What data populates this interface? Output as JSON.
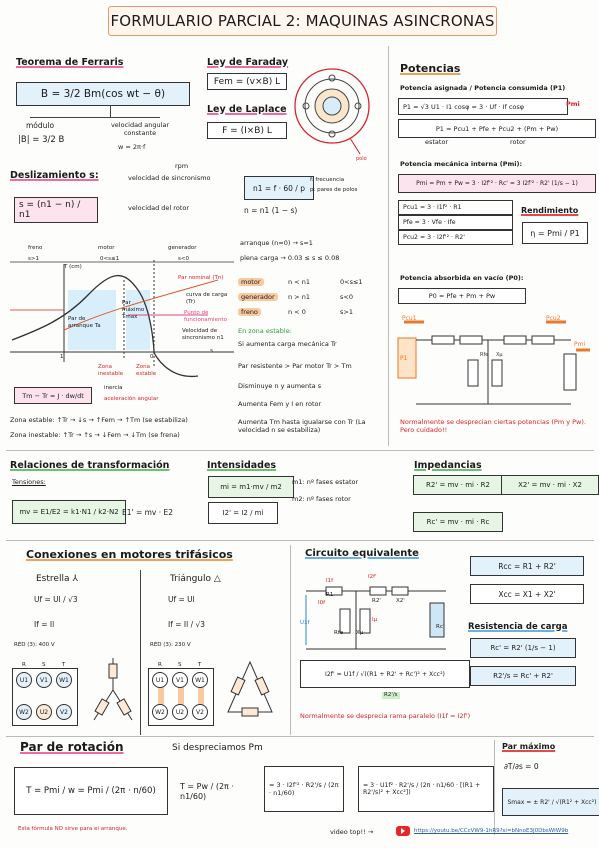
{
  "title": "FORMULARIO PARCIAL 2: MAQUINAS ASINCRONAS",
  "ferraris": {
    "heading": "Teorema de Ferraris",
    "formula": "B = 3/2 Bm(cos wt − θ)",
    "modulo_label": "módulo",
    "modulo_formula": "|B| = 3/2 B",
    "vel_label": "velocidad angular constante",
    "vel_formula": "w = 2π·f"
  },
  "faraday": {
    "heading": "Ley de Faraday",
    "formula": "Fem = (v×B) L"
  },
  "laplace": {
    "heading": "Ley de Laplace",
    "formula": "F = (I×B) L"
  },
  "potencias": {
    "heading": "Potencias",
    "sub1": "Potencia asignada / Potencia consumida (P1)",
    "eq1": "P1 = √3 U1 · I1 cosφ = 3 · Uf · If cosφ",
    "eq1_label": "Pmi",
    "eq2": "P1 = Pcu1 + Pfe + Pcu2 + (Pm + Pw)",
    "estator": "estator",
    "rotor": "rotor",
    "sub2": "Potencia mecánica interna (Pmi):",
    "eq3": "Pmi = Pm + Pw = 3 · I2f'² · Rc' = 3 I2f'² · R2' (1/s − 1)",
    "pcu1": "Pcu1 = 3 · I1f² · R1",
    "pfe": "Pfe = 3 · Vfe · Ife",
    "pcu2": "Pcu2 = 3 · I2f'² · R2'",
    "rend_heading": "Rendimiento",
    "rend": "η = Pmi / P1",
    "sub3": "Potencia absorbida en vacío (P0):",
    "eq4": "P0 = Pfe + Pm + Pw",
    "note": "Normalmente se desprecian ciertas potencias (Pm y Pw). Pero cuidado!!"
  },
  "deslizamiento": {
    "heading": "Deslizamiento s:",
    "formula": "s = (n1 − n) / n1",
    "rpm": "rpm",
    "n1_desc": "velocidad de sincronismo",
    "n_desc": "velocidad del rotor",
    "n1_formula": "n1 = f · 60 / p",
    "f_desc": "f: frecuencia",
    "p_desc": "p: pares de polos",
    "n_formula": "n = n1 (1 − s)"
  },
  "torque_curve": {
    "freno": "freno",
    "motor": "motor",
    "generador": "generador",
    "s_gt1": "s>1",
    "s_range": "0<s≤1",
    "s_lt0": "s<0",
    "tcm": "T (cm)",
    "t_nominal": "Par nominal (Tn)",
    "curva_carga": "curva de carga (Tr)",
    "punto_func": "Punto de funcionamiento",
    "par_arranque": "Par de arranque Ta",
    "par_maximo": "Par máximo Tmax",
    "vel_sinc": "Velocidad de sincronismo n1",
    "zona_inestable": "Zona inestable",
    "zona_estable": "Zona estable",
    "axis_s": "s",
    "axis_1": "1",
    "axis_0": "0",
    "eq_inercia": "Tm − Tr = J · dw/dt",
    "inercia": "inercia",
    "aceleracion": "aceleración angular",
    "zona_estable_line": "Zona estable: ↑Tr → ↓s → ↑Fem → ↑Tm (se estabiliza)",
    "zona_inestable_line": "Zona inestable: ↑Tr → ↑s → ↓Fem → ↓Tm (se frena)"
  },
  "modes": {
    "arranque": "arranque (n=0) → s=1",
    "plena": "plena carga → 0.03 ≤ s ≤ 0.08",
    "rows": [
      {
        "name": "motor",
        "cond": "n < n1",
        "s": "0<s≤1"
      },
      {
        "name": "generador",
        "cond": "n > n1",
        "s": "s<0"
      },
      {
        "name": "freno",
        "cond": "n < 0",
        "s": "s>1"
      }
    ],
    "zona_heading": "En zona estable:",
    "z1": "Si aumenta carga mecánica Tr",
    "z2": "Par resistente > Par motor  Tr > Tm",
    "z3": "Disminuye n y aumenta s",
    "z4": "Aumenta Fem y I en rotor",
    "z5": "Aumenta Tm hasta igualarse con Tr (La velocidad n se estabiliza)"
  },
  "relaciones": {
    "heading": "Relaciones de transformación",
    "tensiones": "Tensiones:",
    "mv": "mv = E1/E2 = k1·N1 / k2·N2",
    "e1": "E1' = mv · E2",
    "intensidades": "Intensidades",
    "mi": "mi = m1·mv / m2",
    "i2": "I2' = I2 / mi",
    "m1_desc": "m1: nº fases estator",
    "m2_desc": "m2: nº fases rotor",
    "impedancias": "Impedancias",
    "r2": "R2' = mv · mi · R2",
    "x2": "X2' = mv · mi · X2",
    "rc": "Rc' = mv · mi · Rc"
  },
  "conexiones": {
    "heading": "Conexiones en motores trifásicos",
    "estrella": "Estrella ⅄",
    "estrella_u": "Uf = Ul / √3",
    "estrella_i": "If = Il",
    "triangulo": "Triángulo △",
    "tri_u": "Uf = Ul",
    "tri_i": "If = Il / √3",
    "red1": "RED (3): 400 V",
    "red2": "RED (3): 230 V",
    "rst": [
      "R",
      "S",
      "T"
    ],
    "top": [
      "U1",
      "V1",
      "W1"
    ],
    "bot": [
      "W2",
      "U2",
      "V2"
    ]
  },
  "circuito": {
    "heading": "Circuito equivalente",
    "i1f": "I1f",
    "i2f": "I2f'",
    "i0f": "I0f",
    "ife": "Ife",
    "imu": "Iμ",
    "r1": "R1",
    "x1": "X1",
    "r2": "R2'",
    "x2": "X2'",
    "rfe": "Rfe",
    "xmu": "Xμ",
    "rc": "Rc'",
    "u1f": "U1f",
    "rcc": "Rcc = R1 + R2'",
    "xcc": "Xcc = X1 + X2'",
    "rc_heading": "Resistencia de carga",
    "rc_formula": "Rc' = R2' (1/s − 1)",
    "r2s": "R2'/s = Rc' + R2'",
    "i2f_formula": "I2f' = U1f / √((R1 + R2' + Rc')² + Xcc²)",
    "r2s_tag": "R2'/s",
    "note": "Normalmente se desprecia rama paralelo (I1f = I2f')"
  },
  "par_rotacion": {
    "heading": "Par de rotación",
    "t_formula": "T = Pmi / w = Pmi / (2π · n/60)",
    "note": "Esta fórmula NO sirve para el arranque.",
    "si": "Si despreciamos Pm",
    "t2": "T = Pw / (2π · n1/60)",
    "t3": "= 3 · I2f'² · R2'/s / (2π · n1/60)",
    "t4": "= 3 · U1f² · R2'/s / (2π · n1/60 · [(R1 + R2'/s)² + Xcc²])",
    "max_heading": "Par máximo",
    "max_cond": "∂T/∂s = 0",
    "smax": "Smax = ± R2' / √(R1² + Xcc²)",
    "video": "video top!! →",
    "url": "https://youtu.be/CCcVW9-1hR9?si=bNnoE3J0DbsWIW9b"
  }
}
